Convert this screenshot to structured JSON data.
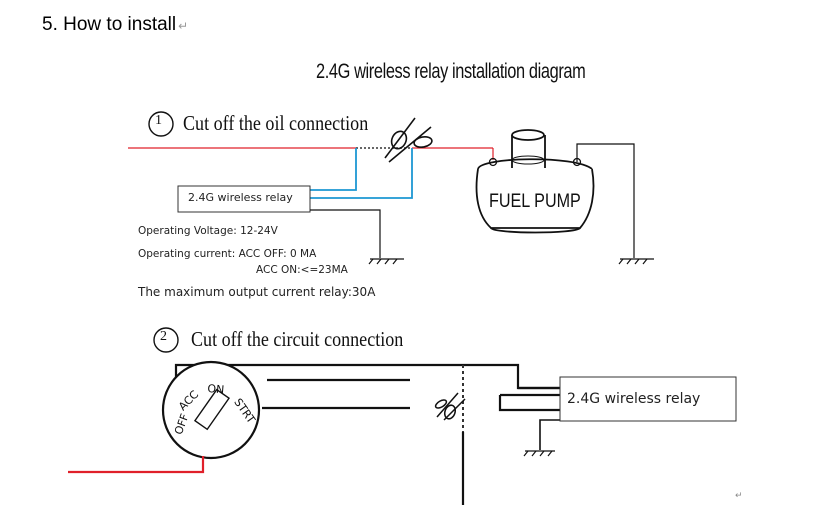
{
  "heading": {
    "text": "5. How to install",
    "mark": "↵"
  },
  "title": "2.4G wireless relay installation diagram",
  "step1": {
    "number": "1",
    "label": "Cut off the oil connection"
  },
  "step2": {
    "number": "2",
    "label": "Cut off the circuit connection"
  },
  "relay_label": "2.4G wireless relay",
  "specs": {
    "voltage": "Operating Voltage: 12-24V",
    "current_off": "Operating current:  ACC OFF:   0 MA",
    "current_on": "ACC ON:<=23MA",
    "max_output": "The maximum output current relay:30A"
  },
  "pump_label": "FUEL PUMP",
  "ignition": {
    "off": "OFF",
    "acc": "ACC",
    "on": "ON",
    "strt": "STRT"
  },
  "return_mark": "↵",
  "colors": {
    "wire_red": "#e0202a",
    "wire_blue": "#1d97d3",
    "line": "#111111"
  }
}
